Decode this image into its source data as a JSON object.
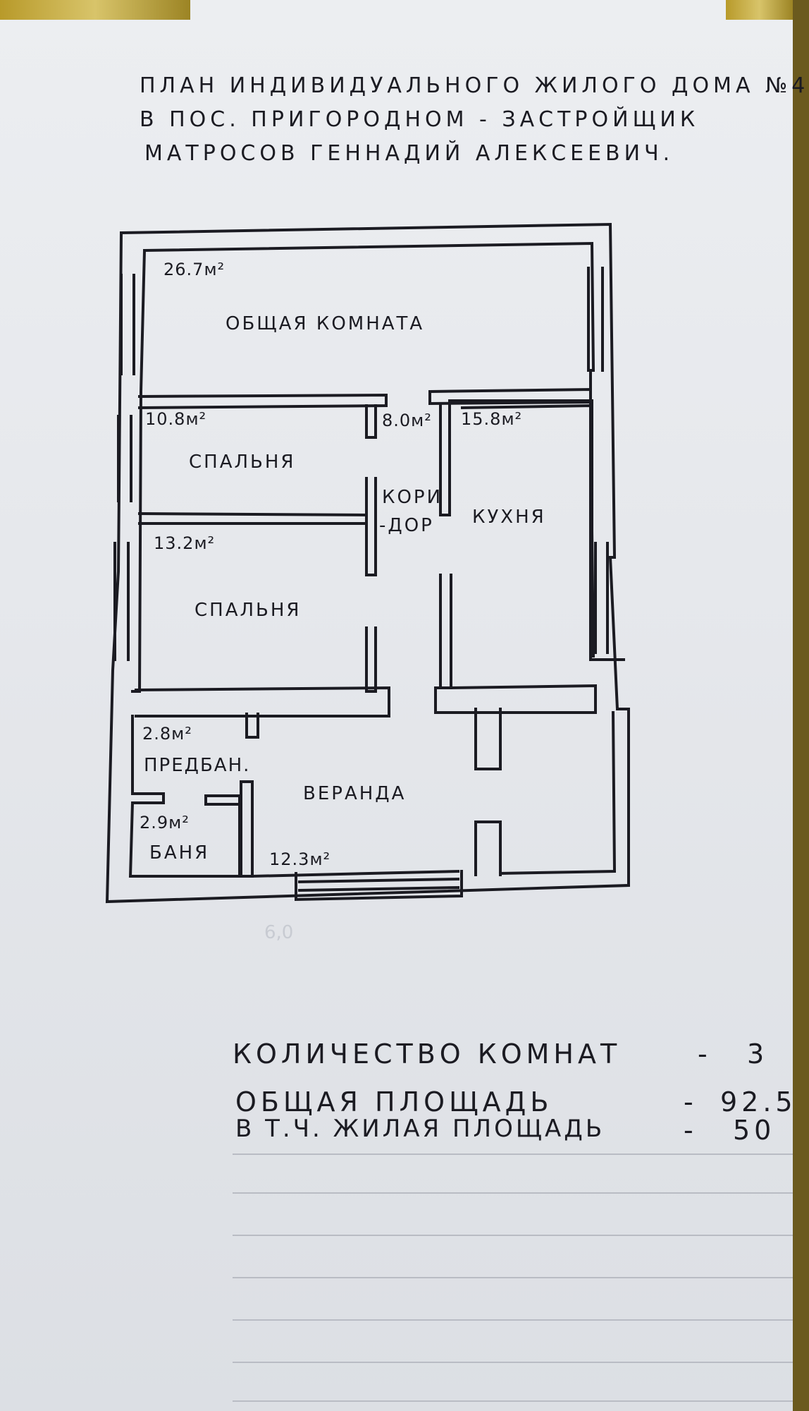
{
  "header": {
    "line1": "ПЛАН ИНДИВИДУАЛЬНОГО ЖИЛОГО ДОМА №4",
    "line2": "В ПОС. ПРИГОРОДНОМ - ЗАСТРОЙЩИК",
    "line3": "МАТРОСОВ ГЕННАДИЙ АЛЕКСЕЕВИЧ."
  },
  "rooms": {
    "living": {
      "name": "ОБЩАЯ КОМНАТА",
      "area": "26.7м²"
    },
    "bedroom1": {
      "name": "СПАЛЬНЯ",
      "area": "10.8м²"
    },
    "corridor": {
      "name_line1": "КОРИ",
      "name_line2": "-ДОР",
      "area": "8.0м²"
    },
    "kitchen": {
      "name": "КУХНЯ",
      "area": "15.8м²"
    },
    "bedroom2": {
      "name": "СПАЛЬНЯ",
      "area": "13.2м²"
    },
    "predban": {
      "name": "ПРЕДБАН.",
      "area": "2.8м²"
    },
    "banya": {
      "name": "БАНЯ",
      "area": "2.9м²"
    },
    "veranda": {
      "name": "ВЕРАНДА",
      "area": "12.3м²"
    }
  },
  "faint_pencil": {
    "dimension": "6,0"
  },
  "summary": [
    {
      "label": "КОЛИЧЕСТВО КОМНАТ",
      "value": "3"
    },
    {
      "label": "ОБЩАЯ ПЛОЩАДЬ",
      "value": "92.5"
    },
    {
      "label": "В Т.Ч. ЖИЛАЯ ПЛОЩАДЬ",
      "value": "50"
    }
  ],
  "colors": {
    "ink": "#1b1b22",
    "paper": "#e6e8ec",
    "rule": "#b9bcc4"
  }
}
